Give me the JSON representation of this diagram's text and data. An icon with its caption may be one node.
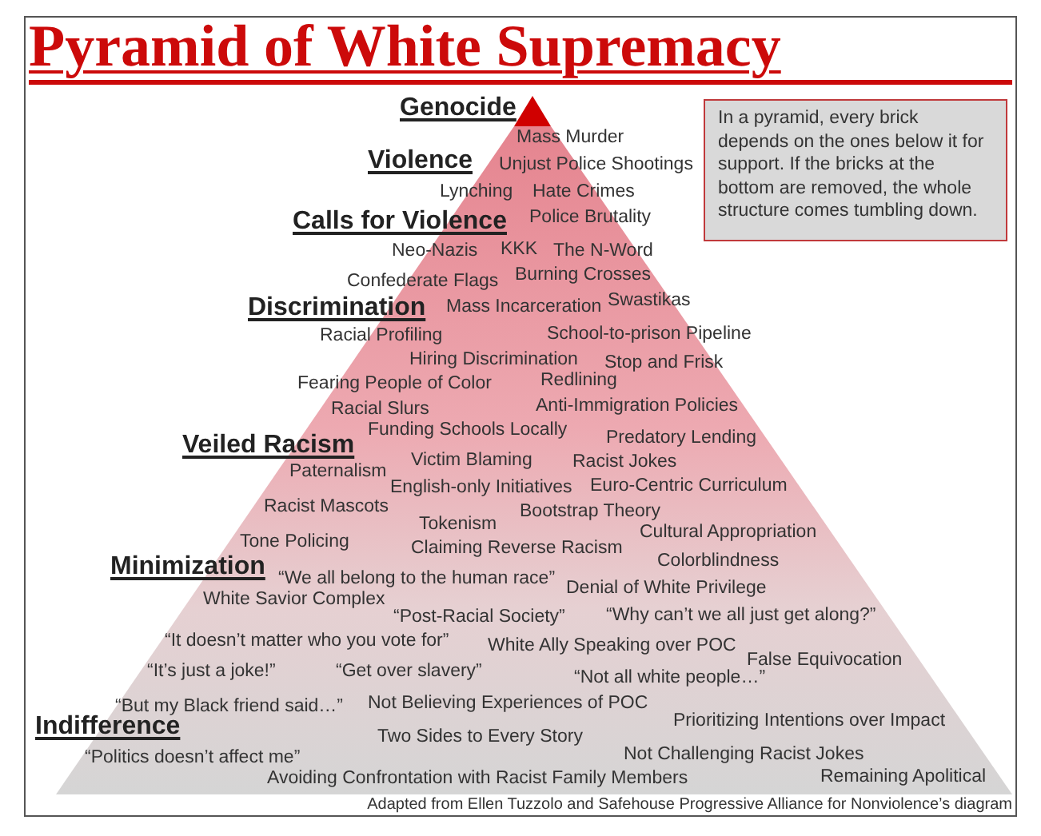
{
  "diagram": {
    "title": "Pyramid of White Supremacy",
    "caption": "Adapted from Ellen Tuzzolo and Safehouse Progressive Alliance for Nonviolence’s diagram",
    "nodes": [
      {
        "text": [
          "Mass Murder",
          "Unjust Police Shootings",
          "Lynching",
          "Hate Crimes",
          "Police Brutality",
          "Neo-Nazis",
          "KKK",
          "The N-Word",
          "Confederate Flags",
          "Burning Crosses",
          "Mass Incarceration",
          "Swastikas",
          "Racial Profiling",
          "School-to-prison Pipeline",
          "Hiring Discrimination",
          "Stop and Frisk",
          "Fearing People of Color",
          "Redlining",
          "Racial Slurs",
          "Anti-Immigration Policies",
          "Funding Schools Locally",
          "Predatory Lending",
          "Victim Blaming",
          "Racist Jokes",
          "Paternalism",
          "English-only Initiatives",
          "Euro-Centric Curriculum",
          "Racist Mascots",
          "Bootstrap Theory",
          "Tokenism",
          "Cultural Appropriation",
          "Tone Policing",
          "Claiming Reverse Racism",
          "Colorblindness",
          "“We all belong to the human race”",
          "Denial of White Privilege",
          "White Savior Complex",
          "“Post-Racial Society”",
          "“Why can’t we all just get along?”",
          "“It doesn’t matter who you vote for”",
          "White Ally Speaking over POC",
          "False Equivocation",
          "“It’s just a joke!”",
          "“Get over slavery”",
          "“Not all white people…”",
          "“But my Black friend said…”",
          "Not Believing Experiences of POC",
          "Prioritizing Intentions over Impact",
          "Two Sides to Every Story",
          "“Politics doesn’t affect me”",
          "Not Challenging Racist Jokes",
          "Avoiding Confrontation with Racist Family Members",
          "Remaining Apolitical"
        ]
      },
      {
        "text": [
          "In a pyramid, every brick depends on the ones below it for support. If the bricks at the bottom are removed, the whole structure comes tumbling down."
        ]
      }
    ],
    "labels": [
      "Genocide",
      "Violence",
      "Calls for Violence",
      "Discrimination",
      "Veiled Racism",
      "Minimization",
      "Indifference"
    ]
  }
}
